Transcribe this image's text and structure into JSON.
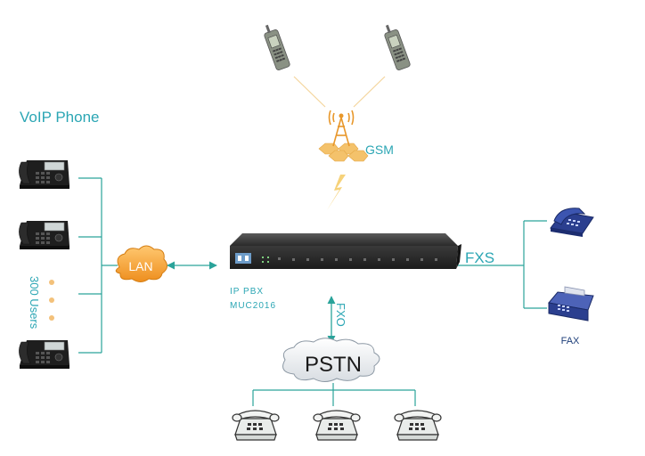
{
  "labels": {
    "voip_phone": "VoIP Phone",
    "users": "300 Users",
    "lan": "LAN",
    "gsm": "GSM",
    "fxs": "FXS",
    "fxo": "FXO",
    "pstn": "PSTN",
    "fax": "FAX",
    "device_line1": "IP  PBX",
    "device_line2": "MUC2016"
  },
  "icons": {
    "mobile_phone": "mobile-phone-icon",
    "gsm_tower": "gsm-tower-icon",
    "ip_phone": "ip-phone-icon",
    "analog_phone": "analog-phone-icon",
    "fax_machine": "fax-machine-icon",
    "ip_pbx": "ip-pbx-device-icon",
    "cloud": "cloud-icon"
  },
  "colors": {
    "label_teal": "#2ba6b4",
    "link_line": "#2aa39a",
    "lan_cloud": "#f3a23a",
    "gsm_hex": "#f4c26b",
    "device_body": "#2f2f2f",
    "fxs_phone": "#2b3f8f"
  }
}
